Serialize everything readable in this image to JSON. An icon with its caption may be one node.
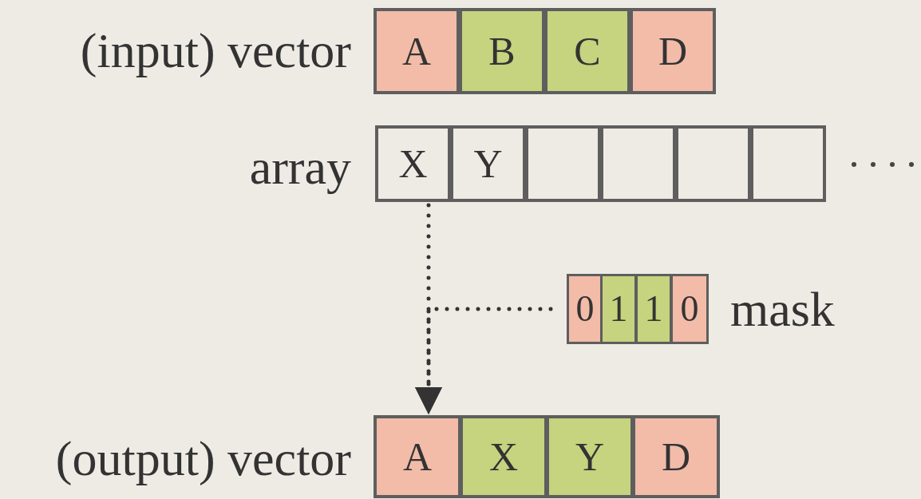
{
  "diagram": {
    "nodes": [
      {
        "text": [
          "A"
        ]
      },
      {
        "text": [
          "B"
        ]
      },
      {
        "text": [
          "C"
        ]
      },
      {
        "text": [
          "D"
        ]
      },
      {
        "text": [
          "X"
        ]
      },
      {
        "text": [
          "Y"
        ]
      },
      {
        "text": [],
        "shape": "box"
      },
      {
        "text": [],
        "shape": "box"
      },
      {
        "text": [],
        "shape": "box"
      },
      {
        "text": [],
        "shape": "box"
      },
      {
        "text": [
          "0"
        ]
      },
      {
        "text": [
          "1"
        ]
      },
      {
        "text": [
          "1"
        ]
      },
      {
        "text": [
          "0"
        ]
      },
      {
        "text": [
          "A"
        ]
      },
      {
        "text": [
          "X"
        ]
      },
      {
        "text": [
          "Y"
        ]
      },
      {
        "text": [
          "D"
        ]
      }
    ],
    "edges": [
      {
        "from": 4,
        "to": 14,
        "arrow": "to",
        "style": "dashed"
      },
      {
        "from": 10,
        "to": 14,
        "arrow": "to",
        "style": "dashed"
      }
    ],
    "labels": [
      "(input) vector",
      "array",
      "mask",
      "(output) vector"
    ]
  }
}
